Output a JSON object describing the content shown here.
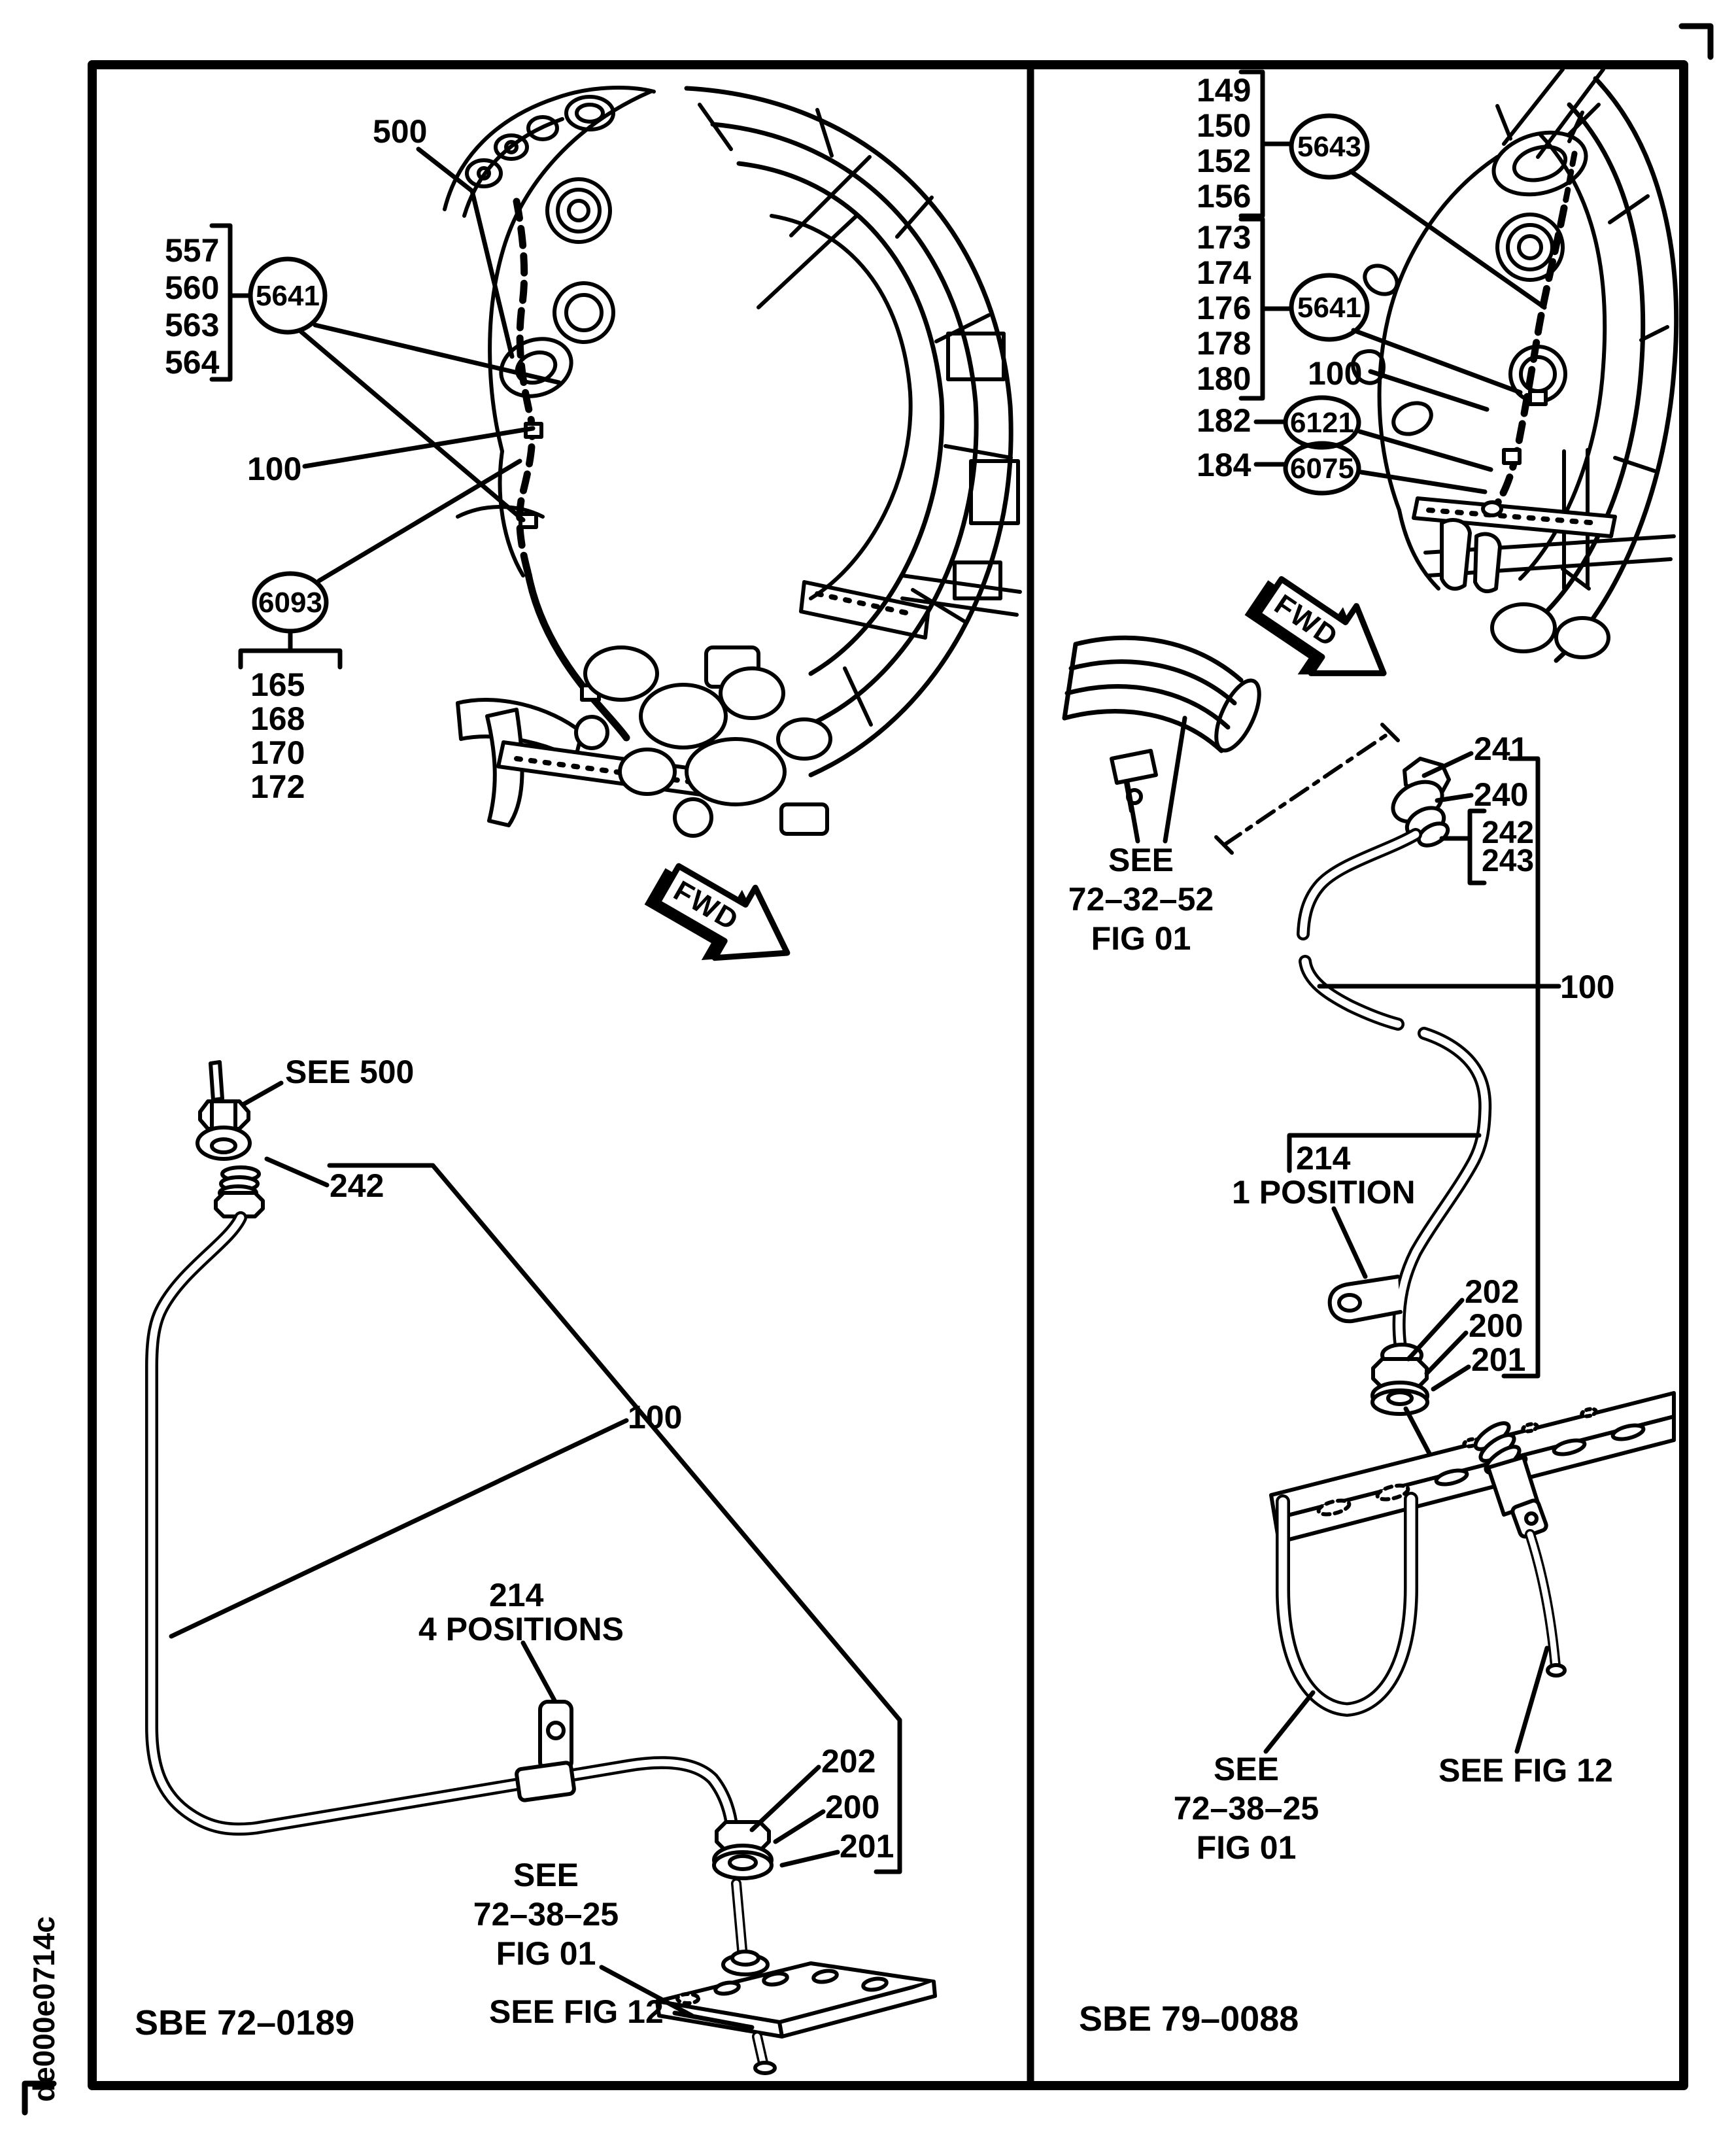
{
  "page": {
    "artwork_id": "de000e0714c",
    "ink_color": "#000000",
    "paper_color": "#ffffff"
  },
  "left_panel": {
    "figure_code": "SBE 72–0189",
    "fwd_label": "FWD",
    "callout_500": "500",
    "group_557": [
      "557",
      "560",
      "563",
      "564"
    ],
    "balloon_5641": "5641",
    "callout_100_engine": "100",
    "balloon_6093": "6093",
    "group_165": [
      "165",
      "168",
      "170",
      "172"
    ],
    "see_500": "SEE 500",
    "callout_242": "242",
    "callout_100_tube": "100",
    "callout_214": "214",
    "callout_214_note": "4 POSITIONS",
    "callout_202": "202",
    "callout_200": "200",
    "callout_201": "201",
    "see_ref_7238": [
      "SEE",
      "72–38–25",
      "FIG 01"
    ],
    "see_fig_12": "SEE FIG 12"
  },
  "right_panel": {
    "figure_code": "SBE 79–0088",
    "fwd_label": "FWD",
    "group_149": [
      "149",
      "150",
      "152",
      "156"
    ],
    "balloon_5643": "5643",
    "group_173": [
      "173",
      "174",
      "176",
      "178",
      "180"
    ],
    "balloon_5641": "5641",
    "callout_100_engine": "100",
    "callout_182": "182",
    "balloon_6121": "6121",
    "callout_184": "184",
    "balloon_6075": "6075",
    "see_ref_7232": [
      "SEE",
      "72–32–52",
      "FIG 01"
    ],
    "callout_241": "241",
    "callout_240": "240",
    "group_242_243": [
      "242",
      "243"
    ],
    "callout_100_tube": "100",
    "callout_214": "214",
    "callout_214_note": "1 POSITION",
    "callout_202": "202",
    "callout_200": "200",
    "callout_201": "201",
    "see_ref_7238": [
      "SEE",
      "72–38–25",
      "FIG 01"
    ],
    "see_fig_12": "SEE FIG 12"
  }
}
